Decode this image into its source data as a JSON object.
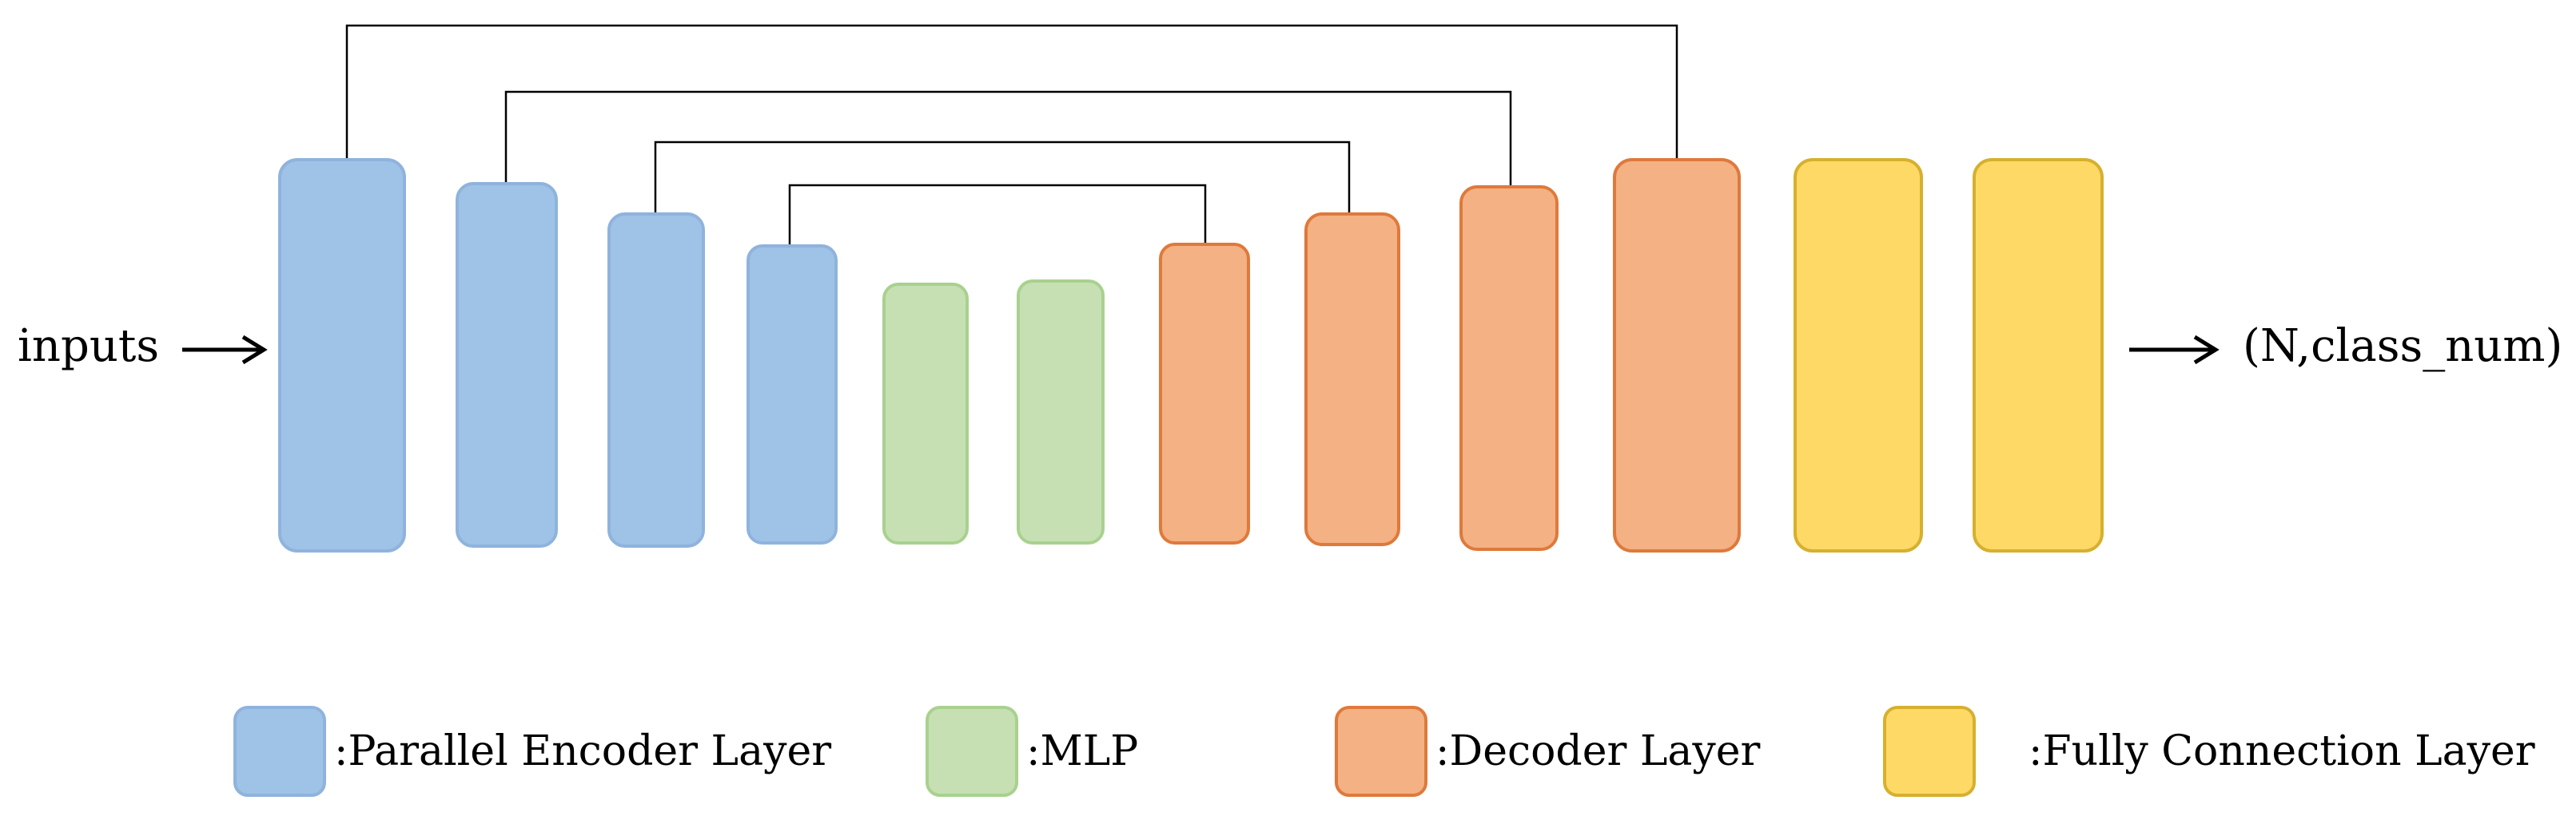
{
  "colors": {
    "encoder_fill": "#9FC2E7",
    "encoder_stroke": "#8FB3DC",
    "mlp_fill": "#C6E0B4",
    "mlp_stroke": "#A9D18E",
    "decoder_fill": "#F4B183",
    "decoder_stroke": "#DE7A3C",
    "fc_fill": "#FFD966",
    "fc_stroke": "#D6B02E",
    "line": "#000000"
  },
  "labels": {
    "input": "inputs",
    "output": "(N,class_num)"
  },
  "layers": [
    {
      "kind": "encoder"
    },
    {
      "kind": "encoder"
    },
    {
      "kind": "encoder"
    },
    {
      "kind": "encoder"
    },
    {
      "kind": "mlp"
    },
    {
      "kind": "mlp"
    },
    {
      "kind": "decoder"
    },
    {
      "kind": "decoder"
    },
    {
      "kind": "decoder"
    },
    {
      "kind": "decoder"
    },
    {
      "kind": "fc"
    },
    {
      "kind": "fc"
    }
  ],
  "skip_connections": [
    {
      "from": 0,
      "to": 9
    },
    {
      "from": 1,
      "to": 8
    },
    {
      "from": 2,
      "to": 7
    },
    {
      "from": 3,
      "to": 6
    }
  ],
  "legend": [
    {
      "kind": "encoder",
      "label": ":Parallel Encoder Layer"
    },
    {
      "kind": "mlp",
      "label": ":MLP"
    },
    {
      "kind": "decoder",
      "label": ":Decoder Layer"
    },
    {
      "kind": "fc",
      "label": ":Fully Connection Layer"
    }
  ]
}
